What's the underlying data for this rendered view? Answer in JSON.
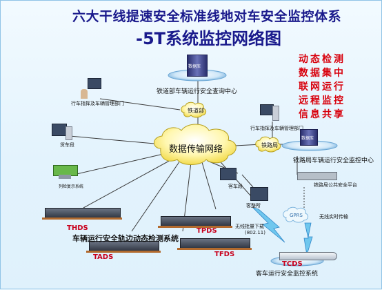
{
  "title": {
    "line1": "六大干线提速安全标准线地对车安全监控体系",
    "line2": "-5T系统监控网络图"
  },
  "features": [
    "动态检测",
    "数据集中",
    "联网运行",
    "远程监控",
    "信息共享"
  ],
  "clouds": {
    "center": "数据传输网络",
    "ministry": "铁道部",
    "bureau": "铁路局",
    "gprs": "GPRS"
  },
  "nodes": {
    "ministry_server": "数据库",
    "ministry_center": "铁道部车辆运行安全查询中心",
    "ministry_dispatch": "行车指挥及车辆管理部门",
    "bureau_dispatch": "行车指挥及车辆管理部门",
    "bureau_server": "数据库",
    "bureau_center": "铁路局车辆运行安全监控中心",
    "bureau_platform": "铁路局公共安全平台",
    "freight_depot": "货车段",
    "repair_system": "列检复示系统",
    "passenger_depot": "客车段",
    "passenger_station": "客整所",
    "wireless_download": "无线批量下载",
    "wireless_std": "(802.11)",
    "wireless_realtime": "无线实时传输"
  },
  "systems": {
    "thds": "THDS",
    "tpds": "TPDS",
    "tads": "TADS",
    "tfds": "TFDS",
    "tcds": "TCDS",
    "track_system": "车辆运行安全轨边动态检测系统",
    "tcds_system": "客车运行安全监控系统"
  },
  "colors": {
    "title": "#1a1a8c",
    "feature": "#d8000c",
    "cloud": "#fff38a",
    "system_label": "#c8001c",
    "link": "#3a3a3a"
  }
}
